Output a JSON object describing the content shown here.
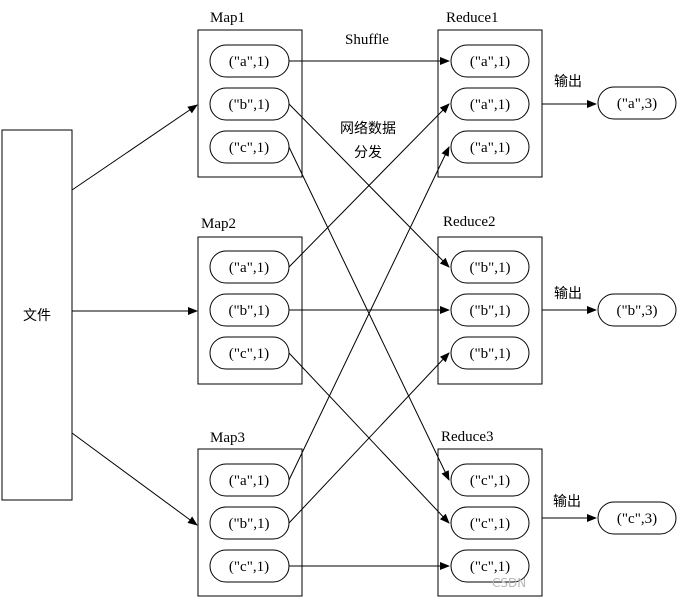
{
  "file": {
    "label": "文件"
  },
  "shuffle_label": "Shuffle",
  "network_label_line1": "网络数据",
  "network_label_line2": "分发",
  "output_label": "输出",
  "maps": [
    {
      "title": "Map1",
      "pairs": [
        "(\"a\",1)",
        "(\"b\",1)",
        "(\"c\",1)"
      ]
    },
    {
      "title": "Map2",
      "pairs": [
        "(\"a\",1)",
        "(\"b\",1)",
        "(\"c\",1)"
      ]
    },
    {
      "title": "Map3",
      "pairs": [
        "(\"a\",1)",
        "(\"b\",1)",
        "(\"c\",1)"
      ]
    }
  ],
  "reduces": [
    {
      "title": "Reduce1",
      "pairs": [
        "(\"a\",1)",
        "(\"a\",1)",
        "(\"a\",1)"
      ],
      "output": "(\"a\",3)"
    },
    {
      "title": "Reduce2",
      "pairs": [
        "(\"b\",1)",
        "(\"b\",1)",
        "(\"b\",1)"
      ],
      "output": "(\"b\",3)"
    },
    {
      "title": "Reduce3",
      "pairs": [
        "(\"c\",1)",
        "(\"c\",1)",
        "(\"c\",1)"
      ],
      "output": "(\"c\",3)"
    }
  ],
  "shuffle_edges": [
    {
      "from": "m1-0",
      "to": "r1-0"
    },
    {
      "from": "m1-1",
      "to": "r2-0"
    },
    {
      "from": "m1-2",
      "to": "r3-0"
    },
    {
      "from": "m2-0",
      "to": "r1-1"
    },
    {
      "from": "m2-1",
      "to": "r2-1"
    },
    {
      "from": "m2-2",
      "to": "r3-1"
    },
    {
      "from": "m3-0",
      "to": "r1-2"
    },
    {
      "from": "m3-1",
      "to": "r2-2"
    },
    {
      "from": "m3-2",
      "to": "r3-2"
    }
  ],
  "watermark": "CSDN"
}
